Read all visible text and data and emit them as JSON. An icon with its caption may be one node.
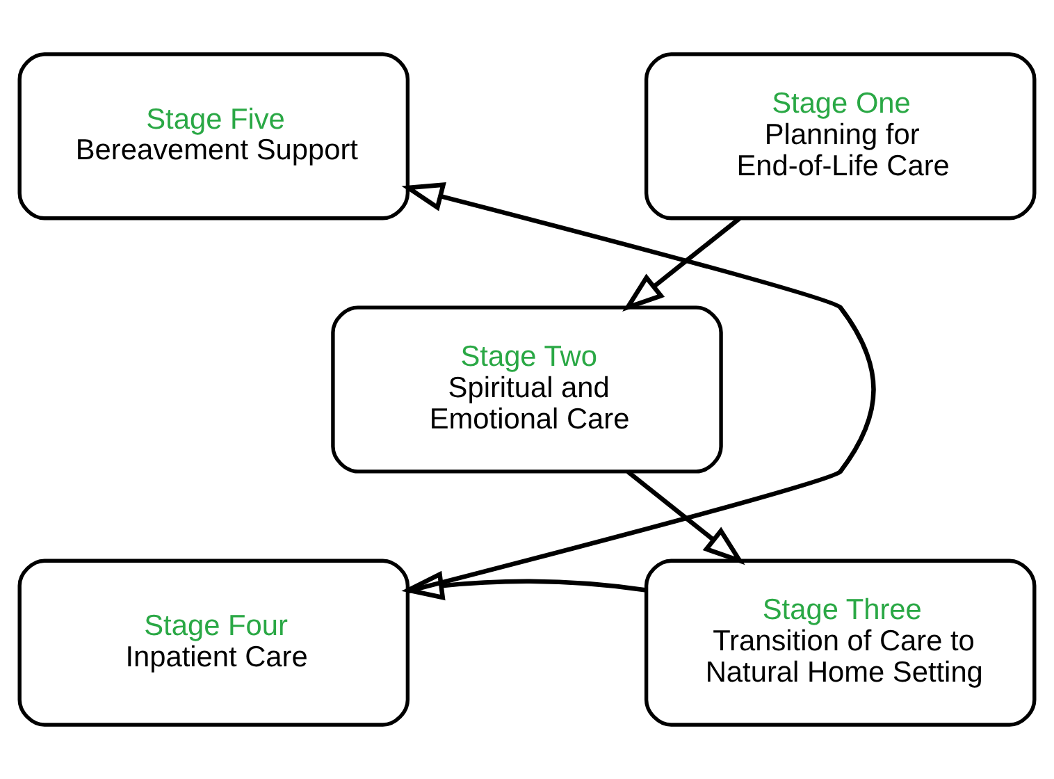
{
  "diagram": {
    "nodes": [
      {
        "text": [
          "Stage One",
          "Planning for End-of-Life Care"
        ]
      },
      {
        "text": [
          "Stage Two",
          "Spiritual and Emotional Care"
        ]
      },
      {
        "text": [
          "Stage Three",
          "Transition of Care to Natural Home Setting"
        ]
      },
      {
        "text": [
          "Stage Four",
          "Inpatient Care"
        ]
      },
      {
        "text": [
          "Stage Five",
          "Bereavement Support"
        ]
      }
    ],
    "edges": [
      {
        "from": 0,
        "to": 1,
        "arrow": "to"
      },
      {
        "from": 1,
        "to": 2,
        "arrow": "to"
      },
      {
        "from": 2,
        "to": 3,
        "arrow": "to"
      },
      {
        "from": 3,
        "to": 4,
        "arrow": "to"
      }
    ]
  }
}
